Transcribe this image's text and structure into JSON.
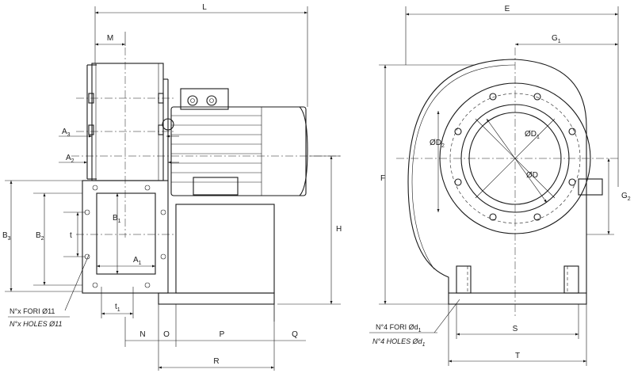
{
  "side_view_dimensions": {
    "L": "L",
    "M": "M",
    "A3": "A",
    "A3_sub": "3",
    "A2": "A",
    "A2_sub": "2",
    "A1": "A",
    "A1_sub": "1",
    "B1": "B",
    "B1_sub": "1",
    "B2": "B",
    "B2_sub": "2",
    "B3": "B",
    "B3_sub": "3",
    "t": "t",
    "t1": "t",
    "t1_sub": "1",
    "H": "H",
    "N": "N",
    "O": "O",
    "P": "P",
    "Q": "Q",
    "R": "R"
  },
  "side_view_notes": {
    "holes_it": "N°x FORI Ø11",
    "holes_en": "N°x HOLES Ø11"
  },
  "front_view_dimensions": {
    "E": "E",
    "G1": "G",
    "G1_sub": "1",
    "G2": "G",
    "G2_sub": "2",
    "F": "F",
    "D2": "ØD",
    "D2_sub": "2",
    "D1": "ØD",
    "D1_sub": "1",
    "D": "ØD",
    "S": "S",
    "T": "T"
  },
  "front_view_notes": {
    "holes_it_main": "N°4 FORI Ød",
    "holes_it_sub": "1",
    "holes_en_main": "N°4 HOLES Ød",
    "holes_en_sub": "1"
  }
}
